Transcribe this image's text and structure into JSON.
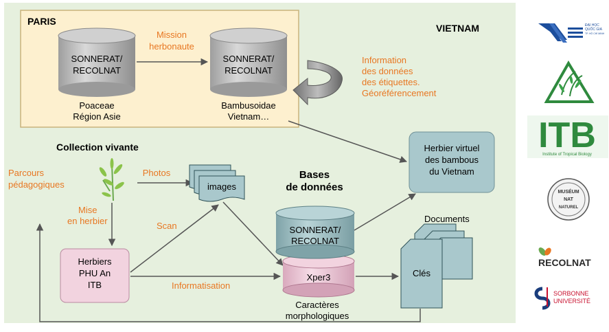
{
  "regions": {
    "paris": "PARIS",
    "vietnam": "VIETNAM"
  },
  "databases": {
    "paris_left": [
      "SONNERAT/",
      "RECOLNAT"
    ],
    "paris_right": [
      "SONNERAT/",
      "RECOLNAT"
    ],
    "central": [
      "SONNERAT/",
      "RECOLNAT"
    ],
    "xper": "Xper3"
  },
  "captions": {
    "paris_left": [
      "Poaceae",
      "Région Asie"
    ],
    "paris_right": [
      "Bambusoidae",
      "Vietnam…"
    ],
    "xper": [
      "Caractères",
      "morphologiques"
    ]
  },
  "flow_labels": {
    "mission": [
      "Mission",
      "herbonaute"
    ],
    "information": [
      "Information",
      "des données",
      "des étiquettes.",
      "Géoréférencement"
    ],
    "parcours": [
      "Parcours",
      "pédagogiques"
    ],
    "photos": "Photos",
    "mise": [
      "Mise",
      "en herbier"
    ],
    "scan": "Scan",
    "informatisation": "Informatisation"
  },
  "headings": {
    "collection": "Collection vivante",
    "bases": [
      "Bases",
      "de données"
    ],
    "documents": "Documents"
  },
  "boxes": {
    "herbier_virtuel": [
      "Herbier virtuel",
      "des bambous",
      "du Vietnam"
    ],
    "images": "images",
    "herbiers": [
      "Herbiers",
      "PHU An",
      "ITB"
    ],
    "cles": "Clés"
  },
  "logos": {
    "itb": "ITB",
    "itb_sub": "Institute of Tropical Biology",
    "dhqg": [
      "ĐẠI HỌC",
      "QUỐC GIA",
      "TP. HỒ CHÍ MINH"
    ],
    "museum": [
      "MUSÉUM",
      "NAT",
      "NATUREL"
    ],
    "recolnat": "RECOLNAT",
    "sorbonne": [
      "SORBONNE",
      "UNIVERSITÉ"
    ]
  },
  "colors": {
    "panel_bg": "#e6f0de",
    "paris_bg": "#fdf0cf",
    "paris_border": "#c9b27c",
    "orange": "#e87722",
    "teal_fill": "#a9c8cc",
    "teal_dark": "#86aab0",
    "pink_fill": "#f2d3df",
    "pink_dark": "#d9a9bd",
    "cylinder_gray": "#c4c4c4",
    "arrow": "#555555",
    "itb_green": "#2f8a3e",
    "dhqg_blue": "#1c4e9c",
    "sorbonne_blue": "#1a3d7c",
    "sorbonne_red": "#c8102e"
  }
}
